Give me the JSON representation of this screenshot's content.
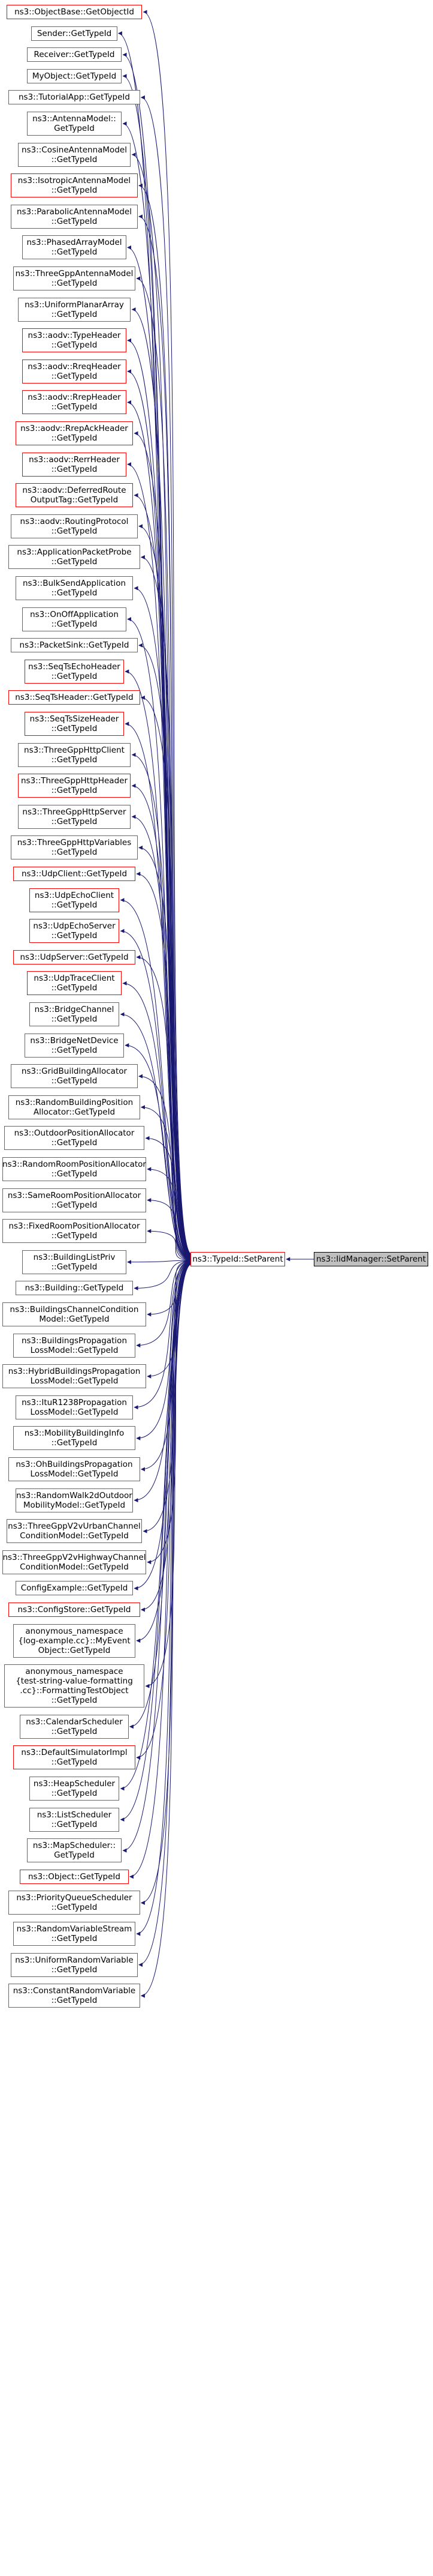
{
  "colors": {
    "edge": "#191970",
    "node_border": "#666666",
    "node_border_red": "#ff0000",
    "target_fill": "#bfbfbf"
  },
  "graph": {
    "target": {
      "label": "ns3::IidManager::SetParent",
      "icon": "box"
    },
    "hub": {
      "label": "ns3::TypeId::SetParent",
      "border": "red"
    },
    "callers": [
      {
        "label": "ns3::ObjectBase::GetObjectId",
        "border": "red"
      },
      {
        "label": "Sender::GetTypeId",
        "border": "gray"
      },
      {
        "label": "Receiver::GetTypeId",
        "border": "gray"
      },
      {
        "label": "MyObject::GetTypeId",
        "border": "gray"
      },
      {
        "label": "ns3::TutorialApp::GetTypeId",
        "border": "gray"
      },
      {
        "label": "ns3::AntennaModel::\nGetTypeId",
        "border": "gray"
      },
      {
        "label": "ns3::CosineAntennaModel\n::GetTypeId",
        "border": "gray"
      },
      {
        "label": "ns3::IsotropicAntennaModel\n::GetTypeId",
        "border": "red"
      },
      {
        "label": "ns3::ParabolicAntennaModel\n::GetTypeId",
        "border": "gray"
      },
      {
        "label": "ns3::PhasedArrayModel\n::GetTypeId",
        "border": "gray"
      },
      {
        "label": "ns3::ThreeGppAntennaModel\n::GetTypeId",
        "border": "gray"
      },
      {
        "label": "ns3::UniformPlanarArray\n::GetTypeId",
        "border": "gray"
      },
      {
        "label": "ns3::aodv::TypeHeader\n::GetTypeId",
        "border": "red"
      },
      {
        "label": "ns3::aodv::RreqHeader\n::GetTypeId",
        "border": "red"
      },
      {
        "label": "ns3::aodv::RrepHeader\n::GetTypeId",
        "border": "red"
      },
      {
        "label": "ns3::aodv::RrepAckHeader\n::GetTypeId",
        "border": "red"
      },
      {
        "label": "ns3::aodv::RerrHeader\n::GetTypeId",
        "border": "red"
      },
      {
        "label": "ns3::aodv::DeferredRoute\nOutputTag::GetTypeId",
        "border": "red"
      },
      {
        "label": "ns3::aodv::RoutingProtocol\n::GetTypeId",
        "border": "gray"
      },
      {
        "label": "ns3::ApplicationPacketProbe\n::GetTypeId",
        "border": "gray"
      },
      {
        "label": "ns3::BulkSendApplication\n::GetTypeId",
        "border": "gray"
      },
      {
        "label": "ns3::OnOffApplication\n::GetTypeId",
        "border": "gray"
      },
      {
        "label": "ns3::PacketSink::GetTypeId",
        "border": "gray"
      },
      {
        "label": "ns3::SeqTsEchoHeader\n::GetTypeId",
        "border": "red"
      },
      {
        "label": "ns3::SeqTsHeader::GetTypeId",
        "border": "red"
      },
      {
        "label": "ns3::SeqTsSizeHeader\n::GetTypeId",
        "border": "red"
      },
      {
        "label": "ns3::ThreeGppHttpClient\n::GetTypeId",
        "border": "gray"
      },
      {
        "label": "ns3::ThreeGppHttpHeader\n::GetTypeId",
        "border": "red"
      },
      {
        "label": "ns3::ThreeGppHttpServer\n::GetTypeId",
        "border": "gray"
      },
      {
        "label": "ns3::ThreeGppHttpVariables\n::GetTypeId",
        "border": "gray"
      },
      {
        "label": "ns3::UdpClient::GetTypeId",
        "border": "red"
      },
      {
        "label": "ns3::UdpEchoClient\n::GetTypeId",
        "border": "red"
      },
      {
        "label": "ns3::UdpEchoServer\n::GetTypeId",
        "border": "red"
      },
      {
        "label": "ns3::UdpServer::GetTypeId",
        "border": "red"
      },
      {
        "label": "ns3::UdpTraceClient\n::GetTypeId",
        "border": "red"
      },
      {
        "label": "ns3::BridgeChannel\n::GetTypeId",
        "border": "gray"
      },
      {
        "label": "ns3::BridgeNetDevice\n::GetTypeId",
        "border": "gray"
      },
      {
        "label": "ns3::GridBuildingAllocator\n::GetTypeId",
        "border": "gray"
      },
      {
        "label": "ns3::RandomBuildingPosition\nAllocator::GetTypeId",
        "border": "gray"
      },
      {
        "label": "ns3::OutdoorPositionAllocator\n::GetTypeId",
        "border": "gray"
      },
      {
        "label": "ns3::RandomRoomPositionAllocator\n::GetTypeId",
        "border": "gray"
      },
      {
        "label": "ns3::SameRoomPositionAllocator\n::GetTypeId",
        "border": "gray"
      },
      {
        "label": "ns3::FixedRoomPositionAllocator\n::GetTypeId",
        "border": "gray"
      },
      {
        "label": "ns3::BuildingListPriv\n::GetTypeId",
        "border": "gray"
      },
      {
        "label": "ns3::Building::GetTypeId",
        "border": "gray"
      },
      {
        "label": "ns3::BuildingsChannelCondition\nModel::GetTypeId",
        "border": "gray"
      },
      {
        "label": "ns3::BuildingsPropagation\nLossModel::GetTypeId",
        "border": "gray"
      },
      {
        "label": "ns3::HybridBuildingsPropagation\nLossModel::GetTypeId",
        "border": "gray"
      },
      {
        "label": "ns3::ItuR1238Propagation\nLossModel::GetTypeId",
        "border": "gray"
      },
      {
        "label": "ns3::MobilityBuildingInfo\n::GetTypeId",
        "border": "gray"
      },
      {
        "label": "ns3::OhBuildingsPropagation\nLossModel::GetTypeId",
        "border": "gray"
      },
      {
        "label": "ns3::RandomWalk2dOutdoor\nMobilityModel::GetTypeId",
        "border": "gray"
      },
      {
        "label": "ns3::ThreeGppV2vUrbanChannel\nConditionModel::GetTypeId",
        "border": "gray"
      },
      {
        "label": "ns3::ThreeGppV2vHighwayChannel\nConditionModel::GetTypeId",
        "border": "gray"
      },
      {
        "label": "ConfigExample::GetTypeId",
        "border": "gray"
      },
      {
        "label": "ns3::ConfigStore::GetTypeId",
        "border": "red"
      },
      {
        "label": "anonymous_namespace\n{log-example.cc}::MyEvent\nObject::GetTypeId",
        "border": "gray"
      },
      {
        "label": "anonymous_namespace\n{test-string-value-formatting\n.cc}::FormattingTestObject\n::GetTypeId",
        "border": "gray"
      },
      {
        "label": "ns3::CalendarScheduler\n::GetTypeId",
        "border": "gray"
      },
      {
        "label": "ns3::DefaultSimulatorImpl\n::GetTypeId",
        "border": "red"
      },
      {
        "label": "ns3::HeapScheduler\n::GetTypeId",
        "border": "gray"
      },
      {
        "label": "ns3::ListScheduler\n::GetTypeId",
        "border": "gray"
      },
      {
        "label": "ns3::MapScheduler::\nGetTypeId",
        "border": "gray"
      },
      {
        "label": "ns3::Object::GetTypeId",
        "border": "red"
      },
      {
        "label": "ns3::PriorityQueueScheduler\n::GetTypeId",
        "border": "gray"
      },
      {
        "label": "ns3::RandomVariableStream\n::GetTypeId",
        "border": "gray"
      },
      {
        "label": "ns3::UniformRandomVariable\n::GetTypeId",
        "border": "gray"
      },
      {
        "label": "ns3::ConstantRandomVariable\n::GetTypeId",
        "border": "gray"
      }
    ]
  }
}
